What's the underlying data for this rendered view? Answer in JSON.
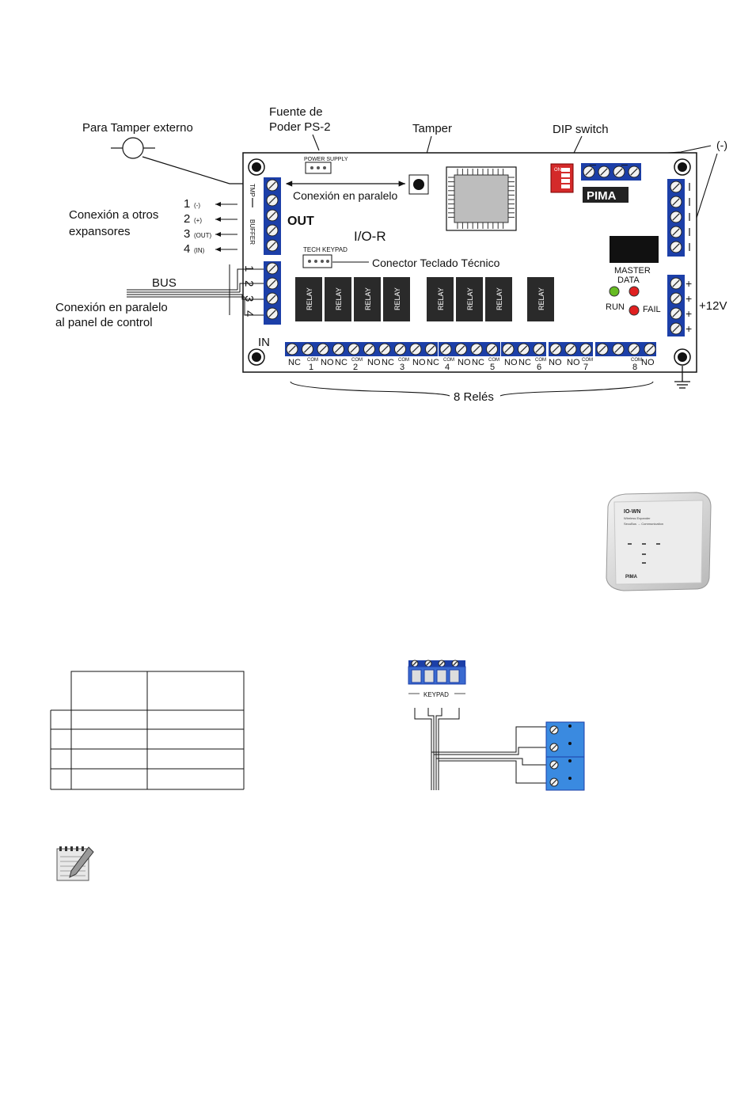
{
  "callouts": {
    "tamper_ext": "Para Tamper externo",
    "psu_line1": "Fuente de",
    "psu_line2": "Poder PS-2",
    "tamper": "Tamper",
    "dip": "DIP switch",
    "neg": "(-)",
    "parallel_top": "Conexión en paralelo",
    "expand_line1": "Conexión a otros",
    "expand_line2": "expansores",
    "bus": "BUS",
    "par_panel_line1": "Conexión en paralelo",
    "par_panel_line2": "al panel de control",
    "tech_keypad_conn": "Conector Teclado Técnico",
    "plus12": "+12V",
    "relays8": "8 Relés"
  },
  "board": {
    "power_supply": "POWER SUPPLY",
    "tmp": "TMP",
    "buffer": "BUFFER",
    "out": "OUT",
    "in": "IN",
    "model": "I/O-R",
    "tech_keypad": "TECH KEYPAD",
    "master": "MASTER",
    "data": "DATA",
    "run": "RUN",
    "fail": "FAIL",
    "brand": "PIMA",
    "dip_on": "ON",
    "relay": "RELAY"
  },
  "out_pins": [
    {
      "n": "1",
      "s": "(-)"
    },
    {
      "n": "2",
      "s": "(+)"
    },
    {
      "n": "3",
      "s": "(OUT)"
    },
    {
      "n": "4",
      "s": "(IN)"
    }
  ],
  "in_pins": [
    "1",
    "2",
    "3",
    "4"
  ],
  "bottom_terms": [
    "NC",
    "NO",
    "NC",
    "NO",
    "NC",
    "NO",
    "NC",
    "NO",
    "NC",
    "NO",
    "NC",
    "NO",
    "NO",
    "NO"
  ],
  "relay_nums": [
    "1",
    "2",
    "3",
    "4",
    "5",
    "6",
    "7",
    "8"
  ],
  "com_label": "COM",
  "plus_signs": [
    "+",
    "+",
    "+",
    "+"
  ],
  "device": {
    "model": "IO-WN",
    "subtitle": "Wireless Expander",
    "tagline": "SecuBus → Communication",
    "brand": "PIMA"
  },
  "keypad_conn": {
    "label": "KEYPAD"
  },
  "table": {
    "rows": 4,
    "cols": 3
  },
  "colors": {
    "terminal_blue": "#1c3fa8",
    "relay_dark": "#2a2a2a",
    "led_green": "#66bb22",
    "led_red": "#e02020",
    "dip_red": "#d42a2a"
  },
  "icons": [
    "notepad-pencil-icon",
    "ground-icon",
    "tamper-switch-icon"
  ]
}
